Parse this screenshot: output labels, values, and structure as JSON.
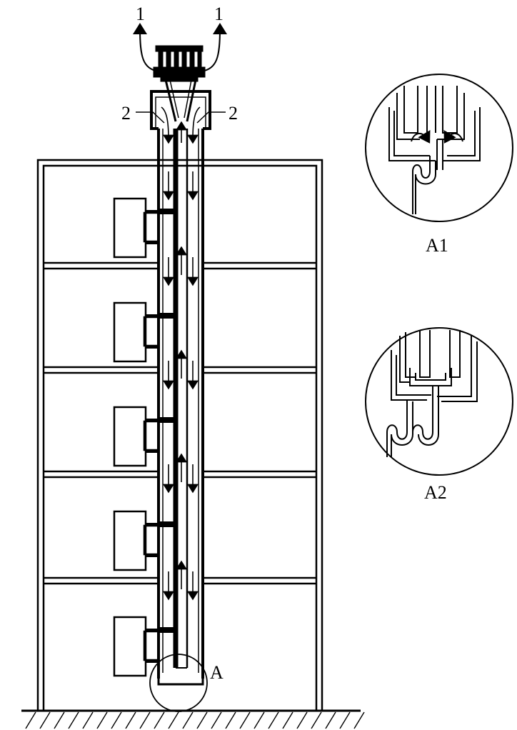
{
  "labels": {
    "outlet_left": "1",
    "outlet_right": "1",
    "intake_left": "2",
    "intake_right": "2",
    "detail_point": "A",
    "detail_a1": "A1",
    "detail_a2": "A2"
  },
  "counts": {
    "floors": 5
  },
  "colors": {
    "line": "#000000",
    "background": "#ffffff"
  }
}
